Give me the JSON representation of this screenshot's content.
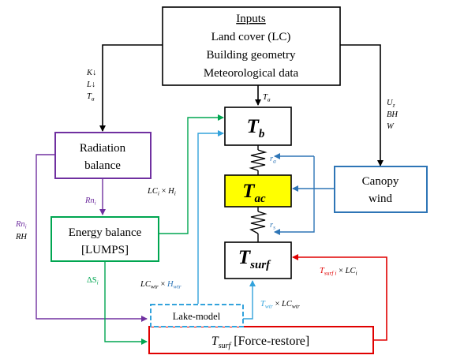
{
  "colors": {
    "purple": "#7030a0",
    "green": "#00a651",
    "blue": "#2e75b6",
    "lightblue": "#33a3dc",
    "red": "#e00000",
    "yellow": "#ffff00",
    "black": "#000000"
  },
  "inputs": {
    "title": "Inputs",
    "line1": "Land cover (LC)",
    "line2": "Building  geometry",
    "line3": "Meteorological data"
  },
  "tb": {
    "main": "T",
    "sub": "b"
  },
  "tac": {
    "main": "T",
    "sub": "ac"
  },
  "tsurf": {
    "main": "T",
    "sub": "surf"
  },
  "radiation": {
    "line1": "Radiation",
    "line2": "balance"
  },
  "energy": {
    "line1": "Energy balance",
    "line2": "[LUMPS]"
  },
  "canopy": {
    "line1": "Canopy",
    "line2": "wind"
  },
  "lake": {
    "label": "Lake-model"
  },
  "force_restore": {
    "T": "T",
    "sub": "surf",
    "rest": " [Force-restore]"
  },
  "edge_labels": {
    "k": "K↓",
    "l": "L↓",
    "ta_left_T": "T",
    "ta_left_sub": "a",
    "ta_mid_T": "T",
    "ta_mid_sub": "a",
    "uz_U": "U",
    "uz_sub": "z",
    "bh": "BH",
    "w": "W",
    "rn_R": "Rn",
    "rn_sub": "i",
    "rn2_R": "Rn",
    "rn2_sub": "i",
    "rh": "RH",
    "lch_lc": "LC",
    "lch_lcsub": "i",
    "lch_x": " × ",
    "lch_h": "H",
    "lch_hsub": "i",
    "ds_d": "ΔS",
    "ds_sub": "i",
    "lcw_lc": "LC",
    "lcw_lcsub": "wtr",
    "lcw_x": " × ",
    "lcw_h": "H",
    "lcw_hsub": "wtr",
    "ra_r": "r",
    "ra_sub": "a",
    "rs_r": "r",
    "rs_sub": "s",
    "tw_t": "T",
    "tw_tsub": "wtr",
    "tw_x": " × ",
    "tw_lc": "LC",
    "tw_lcsub": "wtr",
    "ts_t": "T",
    "ts_tsub": "surf i",
    "ts_x": " × ",
    "ts_lc": "LC",
    "ts_lcsub": "i"
  }
}
